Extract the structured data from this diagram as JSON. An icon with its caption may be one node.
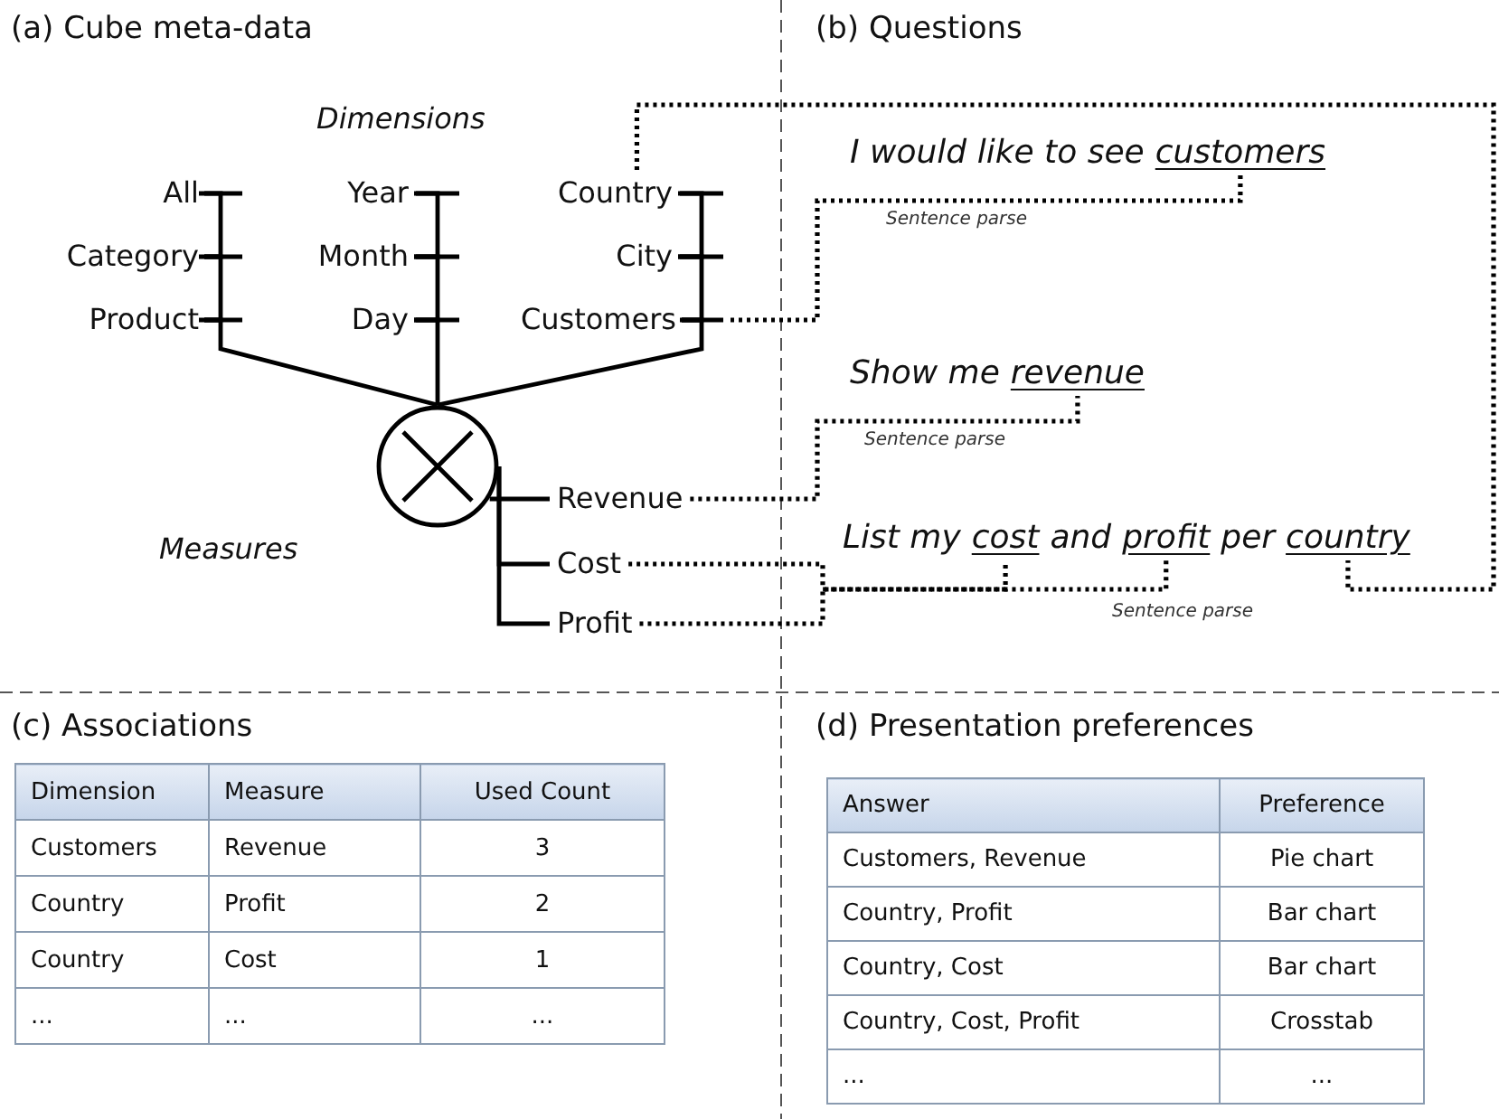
{
  "diagram": {
    "nodes": [
      {
        "text": [
          "All"
        ]
      },
      {
        "text": [
          "Category"
        ]
      },
      {
        "text": [
          "Product"
        ]
      },
      {
        "text": [
          "Year"
        ]
      },
      {
        "text": [
          "Month"
        ]
      },
      {
        "text": [
          "Day"
        ]
      },
      {
        "text": [
          "Country"
        ]
      },
      {
        "text": [
          "City"
        ]
      },
      {
        "text": [
          "Customers"
        ]
      },
      {
        "text": [],
        "shape": "circle"
      },
      {
        "text": [
          "Revenue"
        ]
      },
      {
        "text": [
          "Cost"
        ]
      },
      {
        "text": [
          "Profit"
        ]
      },
      {
        "text": [
          "customers"
        ]
      },
      {
        "text": [
          "revenue"
        ]
      },
      {
        "text": [
          "cost"
        ]
      },
      {
        "text": [
          "profit"
        ]
      },
      {
        "text": [
          "country"
        ]
      }
    ],
    "edges": [
      {
        "from": 0,
        "to": 1,
        "arrow": "none"
      },
      {
        "from": 1,
        "to": 2,
        "arrow": "none"
      },
      {
        "from": 2,
        "to": 9,
        "arrow": "none"
      },
      {
        "from": 3,
        "to": 4,
        "arrow": "none"
      },
      {
        "from": 4,
        "to": 5,
        "arrow": "none"
      },
      {
        "from": 5,
        "to": 9,
        "arrow": "none"
      },
      {
        "from": 6,
        "to": 7,
        "arrow": "none"
      },
      {
        "from": 7,
        "to": 8,
        "arrow": "none"
      },
      {
        "from": 8,
        "to": 9,
        "arrow": "none"
      },
      {
        "from": 9,
        "to": 10,
        "arrow": "none"
      },
      {
        "from": 9,
        "to": 11,
        "arrow": "none"
      },
      {
        "from": 9,
        "to": 12,
        "arrow": "none"
      },
      {
        "from": 8,
        "to": 13,
        "arrow": "none",
        "style": "dashed",
        "label": "Sentence parse"
      },
      {
        "from": 10,
        "to": 14,
        "arrow": "none",
        "style": "dashed",
        "label": "Sentence parse"
      },
      {
        "from": 11,
        "to": 15,
        "arrow": "none",
        "style": "dashed"
      },
      {
        "from": 12,
        "to": 16,
        "arrow": "none",
        "style": "dashed",
        "label": "Sentence parse"
      },
      {
        "from": 6,
        "to": 17,
        "arrow": "none",
        "style": "dashed"
      }
    ],
    "labels": [
      "(a) Cube meta-data",
      "(b) Questions",
      "Dimensions",
      "I would like to see",
      "Show me",
      "Measures",
      "List my",
      "and",
      "per",
      "(c) Associations",
      "Dimension",
      "Measure",
      "Used Count",
      "Customers",
      "Revenue",
      "3",
      "Country",
      "Profit",
      "2",
      "Country",
      "Cost",
      "1",
      "...",
      "...",
      "...",
      "(d) Presentation preferences",
      "Answer",
      "Preference",
      "Customers, Revenue",
      "Pie chart",
      "Country, Profit",
      "Bar chart",
      "Country, Cost",
      "Bar chart",
      "Country, Cost, Profit",
      "Crosstab",
      "...",
      "..."
    ]
  }
}
